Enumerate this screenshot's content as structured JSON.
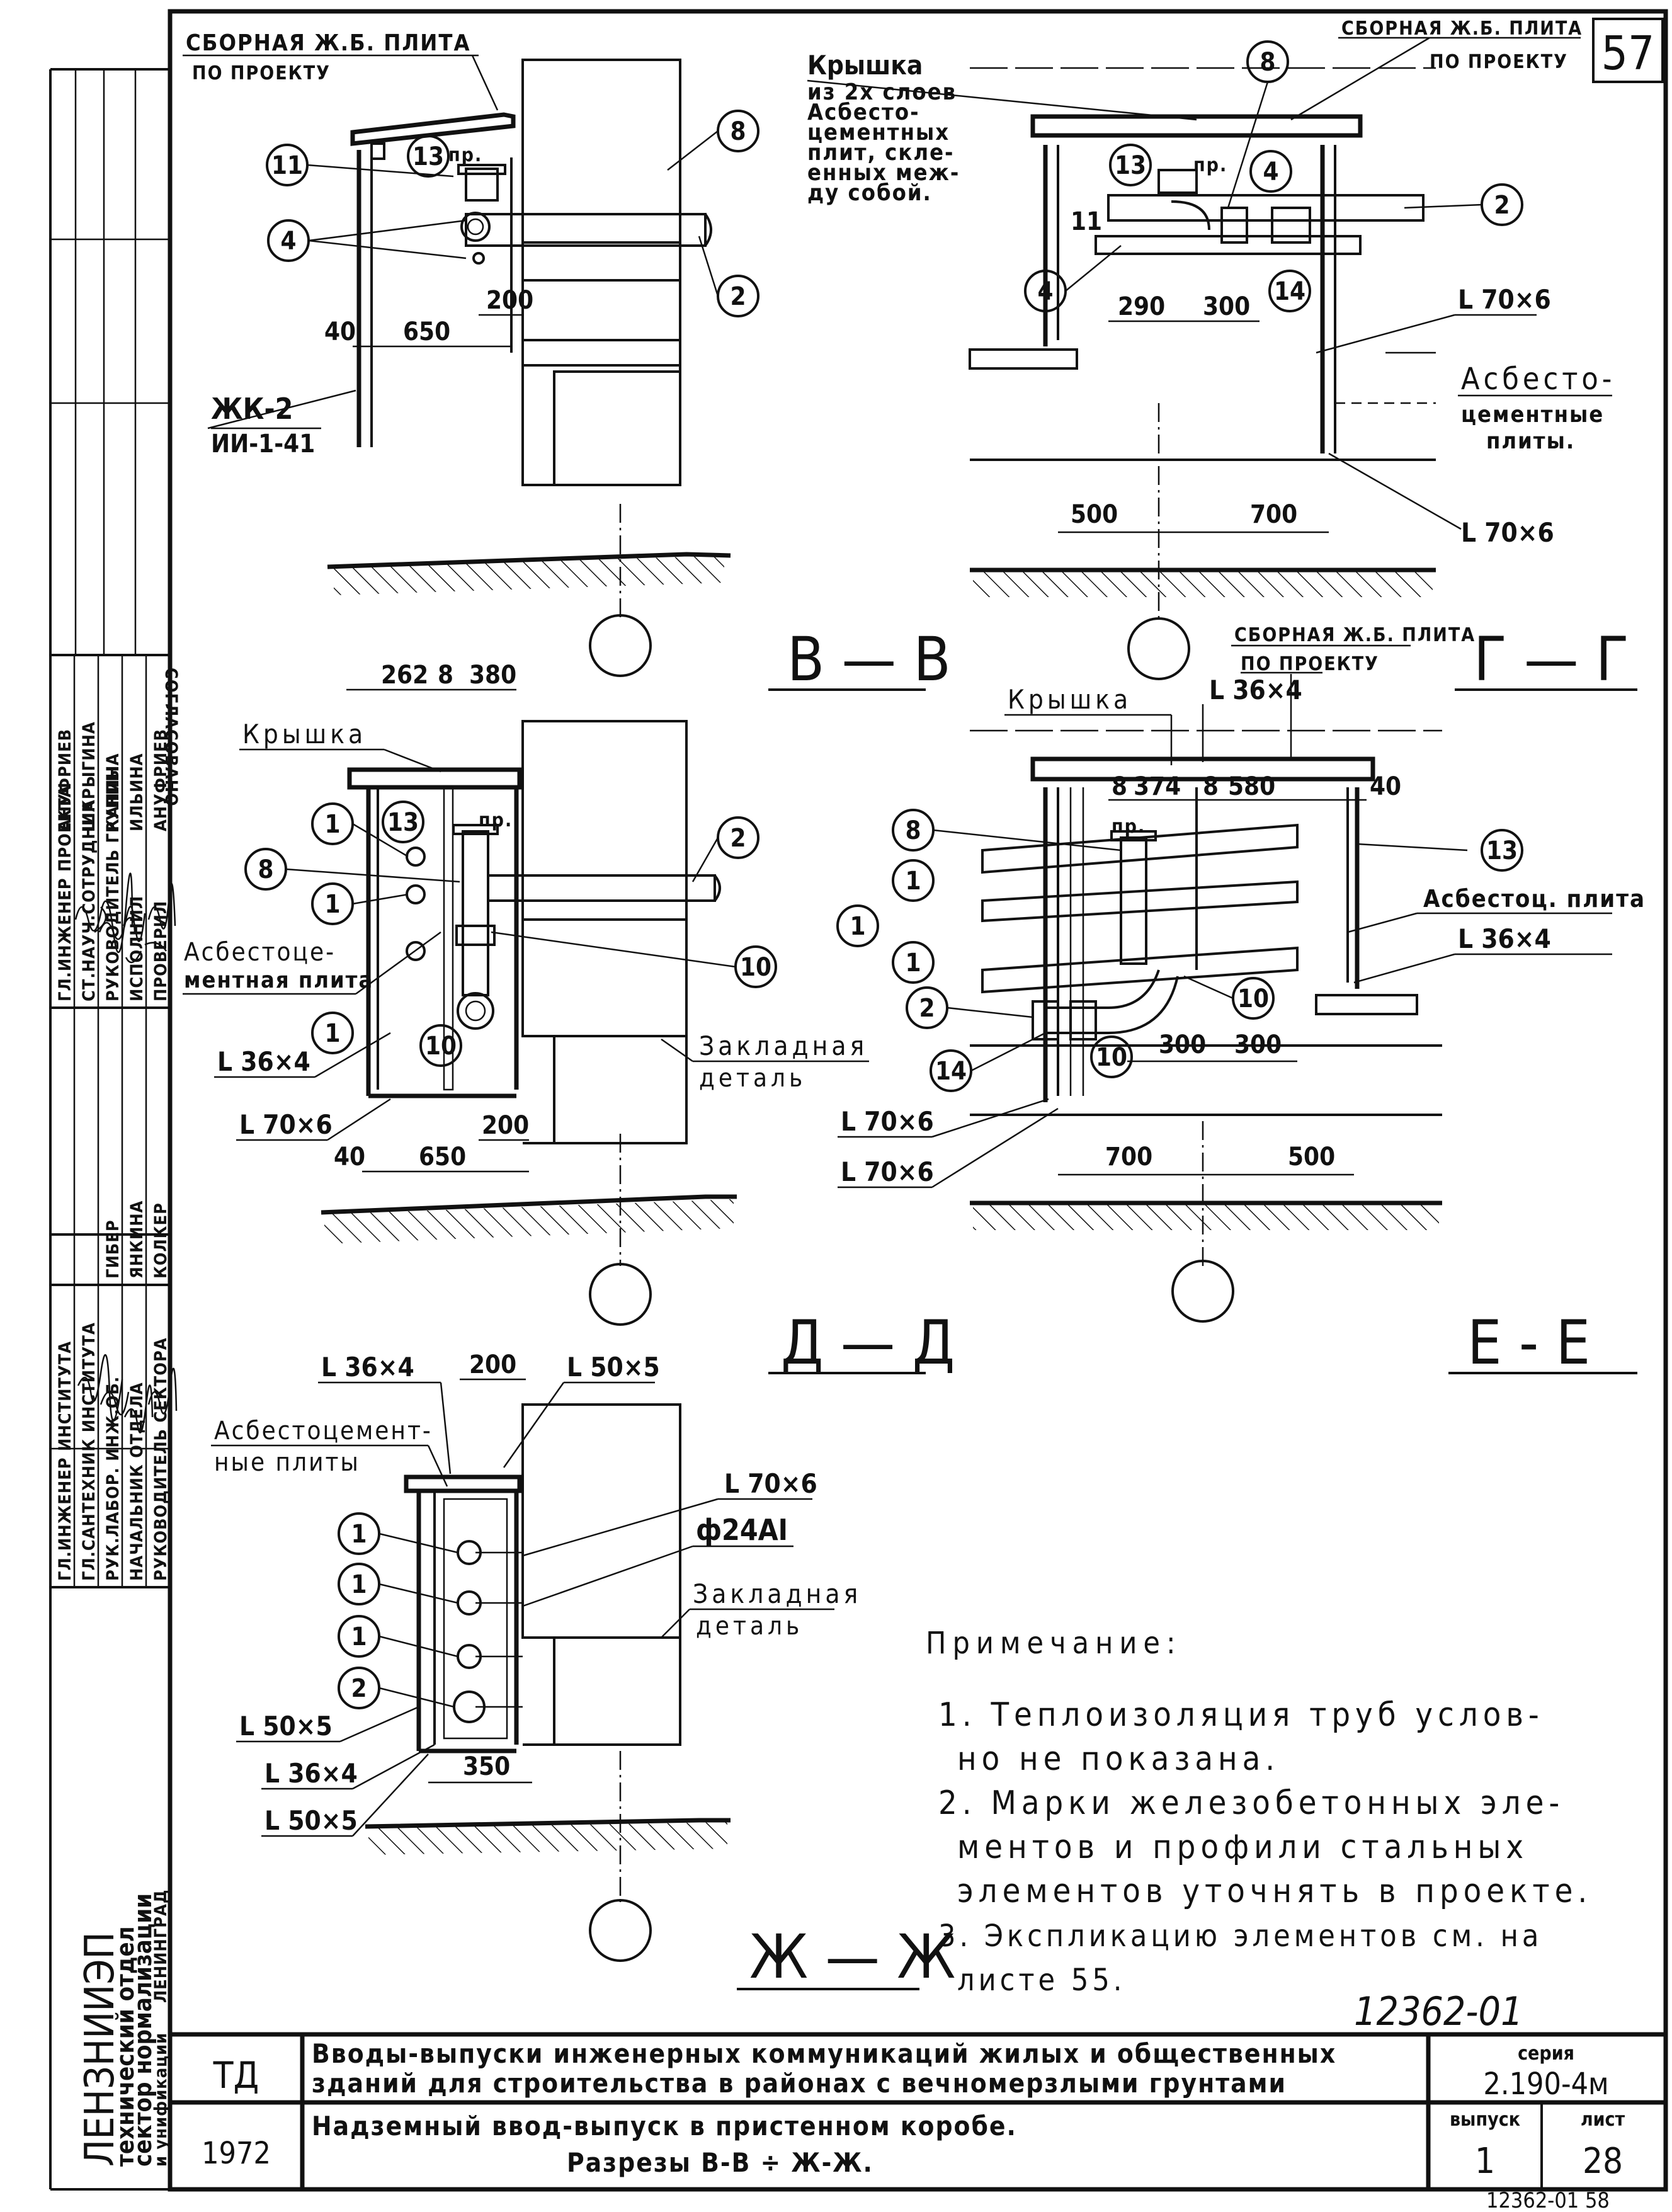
{
  "sheet_number_corner": "57",
  "sections": [
    {
      "id": "V-V",
      "title": "В — В"
    },
    {
      "id": "G-G",
      "title": "Г — Г"
    },
    {
      "id": "D-D",
      "title": "Д — Д"
    },
    {
      "id": "E-E",
      "title": "Е - Е"
    },
    {
      "id": "Zh-Zh",
      "title": "Ж — Ж"
    }
  ],
  "labels": {
    "slab_top_left_1": "СБОРНАЯ Ж.Б. ПЛИТА",
    "slab_top_left_2": "ПО ПРОЕКТУ",
    "slab_top_right_1": "СБОРНАЯ Ж.Б. ПЛИТА",
    "slab_top_right_2": "ПО ПРОЕКТУ",
    "slab_e_1": "СБОРНАЯ Ж.Б. ПЛИТА",
    "slab_e_2": "ПО ПРОЕКТУ",
    "cover_g": [
      "Крышка",
      "из 2х слоев",
      "Асбесто-",
      "цементных",
      "плит, скле-",
      "енных меж-",
      "ду собой."
    ],
    "zhk": "ЖК-2",
    "ii": "ИИ-1-41",
    "asb_g_1": "Асбесто-",
    "asb_g_2": "цементные",
    "asb_g_3": "плиты.",
    "l70_a": "L 70×6",
    "l70_b": "L 70×6",
    "pr": "пр.",
    "kryshka": "Крышка",
    "asb_d_1": "Асбестоце-",
    "asb_d_2": "ментная плита",
    "l36_d": "L 36×4",
    "l70_d": "L 70×6",
    "zakl_d_1": "Закладная",
    "zakl_d_2": "деталь",
    "kryshka_e": "Крышка",
    "l36_e_top": "L 36×4",
    "asb_e": "Асбестоц. плита",
    "l36_e": "L 36×4",
    "l70_e1": "L 70×6",
    "l70_e2": "L 70×6",
    "l36_zh": "L 36×4",
    "l50_zh": "L 50×5",
    "asb_zh_1": "Асбестоцемент-",
    "asb_zh_2": "ные плиты",
    "l70_zh": "L 70×6",
    "rod_zh": "ф24АI",
    "zakl_zh_1": "Закладная",
    "zakl_zh_2": "деталь",
    "l50_zh_b1": "L 50×5",
    "l36_zh_b": "L 36×4",
    "l50_zh_b2": "L 50×5"
  },
  "dimensions": {
    "v_650": "650",
    "v_40": "40",
    "v_200": "200",
    "g_290": "290",
    "g_300": "300",
    "g_500": "500",
    "g_700": "700",
    "d_262": "262",
    "d_8": "8",
    "d_380": "380",
    "d_40": "40",
    "d_650": "650",
    "d_200": "200",
    "e_8a": "8",
    "e_374": "374",
    "e_8b": "8",
    "e_580": "580",
    "e_40": "40",
    "e_300a": "300",
    "e_300b": "300",
    "e_700": "700",
    "e_500": "500",
    "zh_200": "200",
    "zh_350": "350"
  },
  "notes": {
    "heading": "Примечание:",
    "items": [
      "1. Теплоизоляция труб услов-",
      "но не показана.",
      "2. Марки железобетонных эле-",
      "ментов и профили стальных",
      "элементов уточнять в проекте.",
      "3. Экспликацию элементов см. на",
      "листе 55."
    ]
  },
  "doc_code_handwritten": "12362-01",
  "title_block": {
    "code": "ТД",
    "year": "1972",
    "title_line1": "Вводы-выпуски инженерных коммуникаций жилых и общественных",
    "title_line2": "зданий для строительства в районах с вечномерзлыми грунтами",
    "subtitle_line1": "Надземный ввод-выпуск в пристенном коробе.",
    "subtitle_line2": "Разрезы В-В ÷ Ж-Ж.",
    "series_label": "серия",
    "series_value": "2.190-4м",
    "issue_label": "выпуск",
    "issue_value": "1",
    "sheet_label": "лист",
    "sheet_value": "28"
  },
  "bottom_code": "12362-01   58",
  "side_stamp": {
    "org": "ЛЕНЗНИИЭП",
    "dept_1": "технический отдел",
    "dept_2": "сектор нормализации",
    "dept_3": "и унификации",
    "city": "ЛЕНИНГРАД",
    "agreed": "СОГЛАСОВАНО",
    "roles_upper": [
      "ГЛ.ИНЖЕНЕР ПРОЕКТА",
      "СТ.НАУЧ.СОТРУДНИК",
      "РУКОВОДИТЕЛЬ ГРУППЫ",
      "ИСПОЛНИЛ",
      "ПРОВЕРИЛ"
    ],
    "names_upper": [
      "АНУФРИЕВ",
      "ШАРЫГИНА",
      "КАНИНА",
      "ИЛЬИНА",
      "АНУФРИЕВ"
    ],
    "roles_lower": [
      "ГЛ.ИНЖЕНЕР ИНСТИТУТА",
      "ГЛ.САНТЕХНИК ИНСТИТУТА",
      "РУК.ЛАБОР. ИНЖ.ОБ.",
      "НАЧАЛЬНИК ОТДЕЛА",
      "РУКОВОДИТЕЛЬ СЕКТОРА"
    ],
    "names_lower": [
      "ГИБЕР",
      "ЯНКИНА",
      "КОЛКЕР"
    ]
  }
}
